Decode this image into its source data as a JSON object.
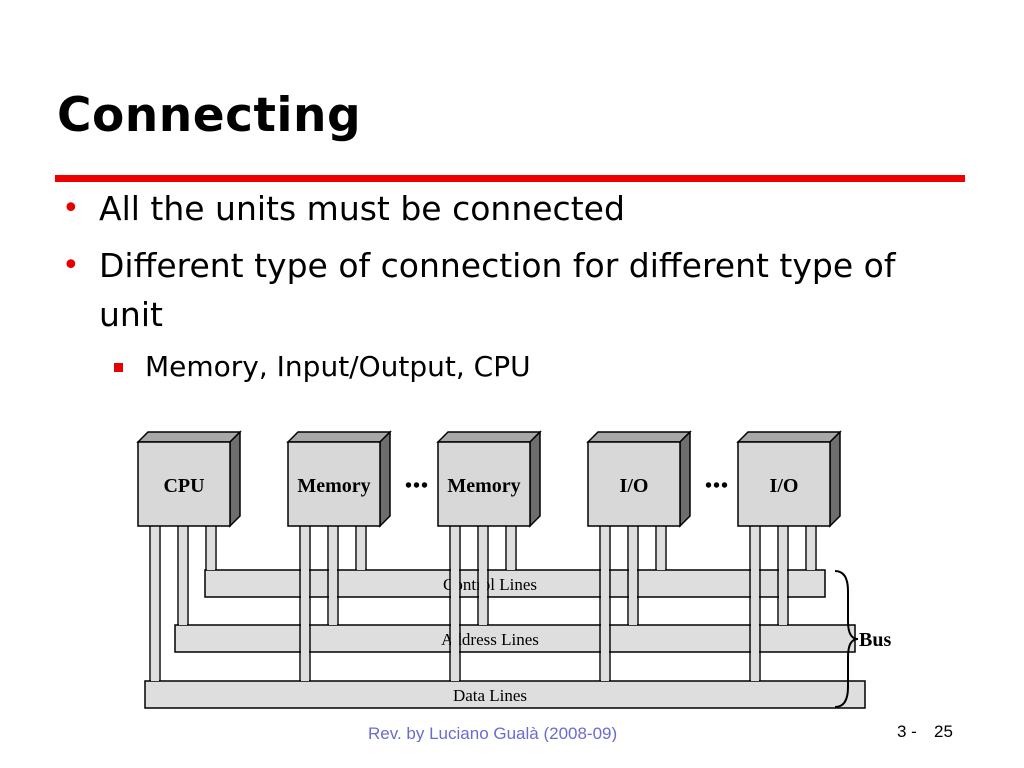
{
  "slide": {
    "title": "Connecting",
    "bullets": [
      "All the units must be connected",
      "Different type of connection for different type of unit"
    ],
    "sub_bullets": [
      "Memory, Input/Output, CPU"
    ]
  },
  "diagram": {
    "modules": [
      "CPU",
      "Memory",
      "Memory",
      "I/O",
      "I/O"
    ],
    "ellipsis": "•••",
    "lines": [
      "Control Lines",
      "Address Lines",
      "Data Lines"
    ],
    "bus_label": "Bus"
  },
  "footer": {
    "text": "Rev. by Luciano Gualà (2008-09)",
    "page_prefix": "3 -",
    "page_number": "25"
  },
  "colors": {
    "title_rule": "#ee0000",
    "bullet": "#e60000",
    "module_face": "#d8d8d8",
    "bus_band": "#dedede"
  }
}
